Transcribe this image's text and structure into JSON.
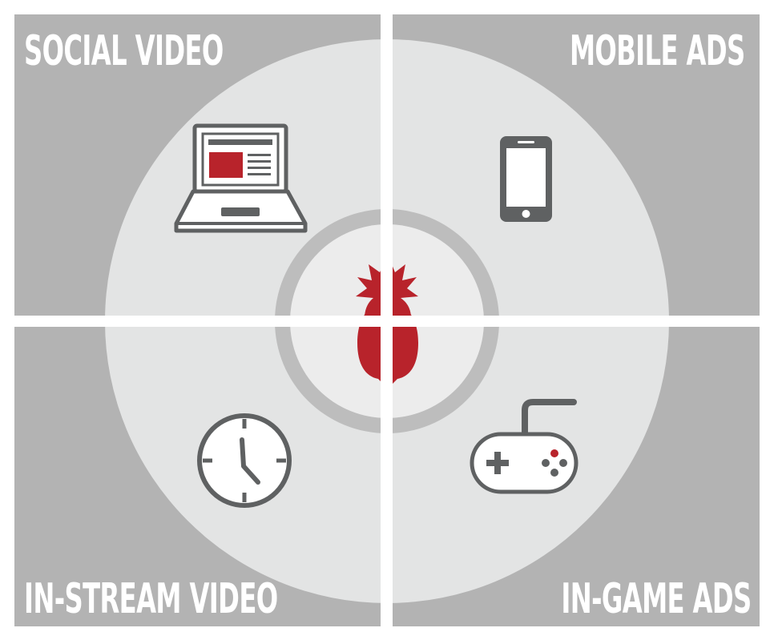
{
  "quadrants": {
    "top_left": {
      "label": "SOCIAL VIDEO",
      "icon": "laptop-icon"
    },
    "top_right": {
      "label": "MOBILE ADS",
      "icon": "smartphone-icon"
    },
    "bottom_left": {
      "label": "IN-STREAM VIDEO",
      "icon": "clock-icon"
    },
    "bottom_right": {
      "label": "IN-GAME ADS",
      "icon": "gamepad-icon"
    }
  },
  "center": {
    "icon": "pineapple-icon"
  },
  "colors": {
    "background": "#ffffff",
    "panel": "#b3b3b3",
    "circle": "#e3e4e4",
    "ring": "#bdbdbd",
    "center": "#ececec",
    "icon": "#5f6162",
    "accent": "#b8232b"
  }
}
